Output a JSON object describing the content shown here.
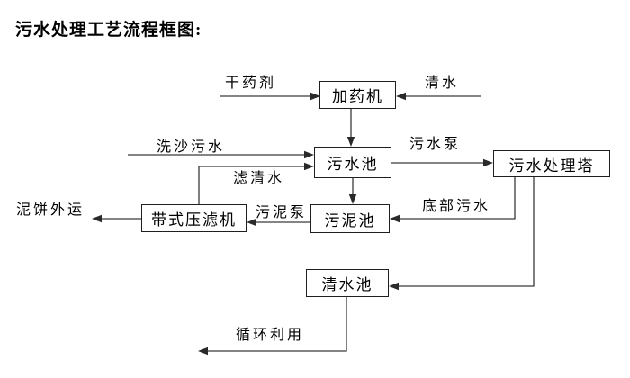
{
  "title": "污水处理工艺流程框图:",
  "diagram": {
    "nodes": [
      {
        "id": "dosing-machine",
        "label": "加药机"
      },
      {
        "id": "sewage-pool",
        "label": "污水池"
      },
      {
        "id": "treatment-tower",
        "label": "污水处理塔"
      },
      {
        "id": "sludge-pool",
        "label": "污泥池"
      },
      {
        "id": "belt-filter-press",
        "label": "带式压滤机"
      },
      {
        "id": "clean-water-pool",
        "label": "清水池"
      }
    ],
    "flow_labels": [
      {
        "id": "dry-agent",
        "text": "干药剂"
      },
      {
        "id": "clean-water-in",
        "text": "清水"
      },
      {
        "id": "sand-washing-sewage",
        "text": "洗沙污水"
      },
      {
        "id": "sewage-pump",
        "text": "污水泵"
      },
      {
        "id": "filtered-clean-water",
        "text": "滤清水"
      },
      {
        "id": "bottom-sewage",
        "text": "底部污水"
      },
      {
        "id": "sludge-pump",
        "text": "污泥泵"
      },
      {
        "id": "mud-cake-outbound",
        "text": "泥饼外运"
      },
      {
        "id": "recycle-use",
        "text": "循环利用"
      }
    ],
    "colors": {
      "line": "#3a3a3a",
      "box_border": "#1f1f1f",
      "text": "#000000",
      "background": "#ffffff"
    }
  }
}
